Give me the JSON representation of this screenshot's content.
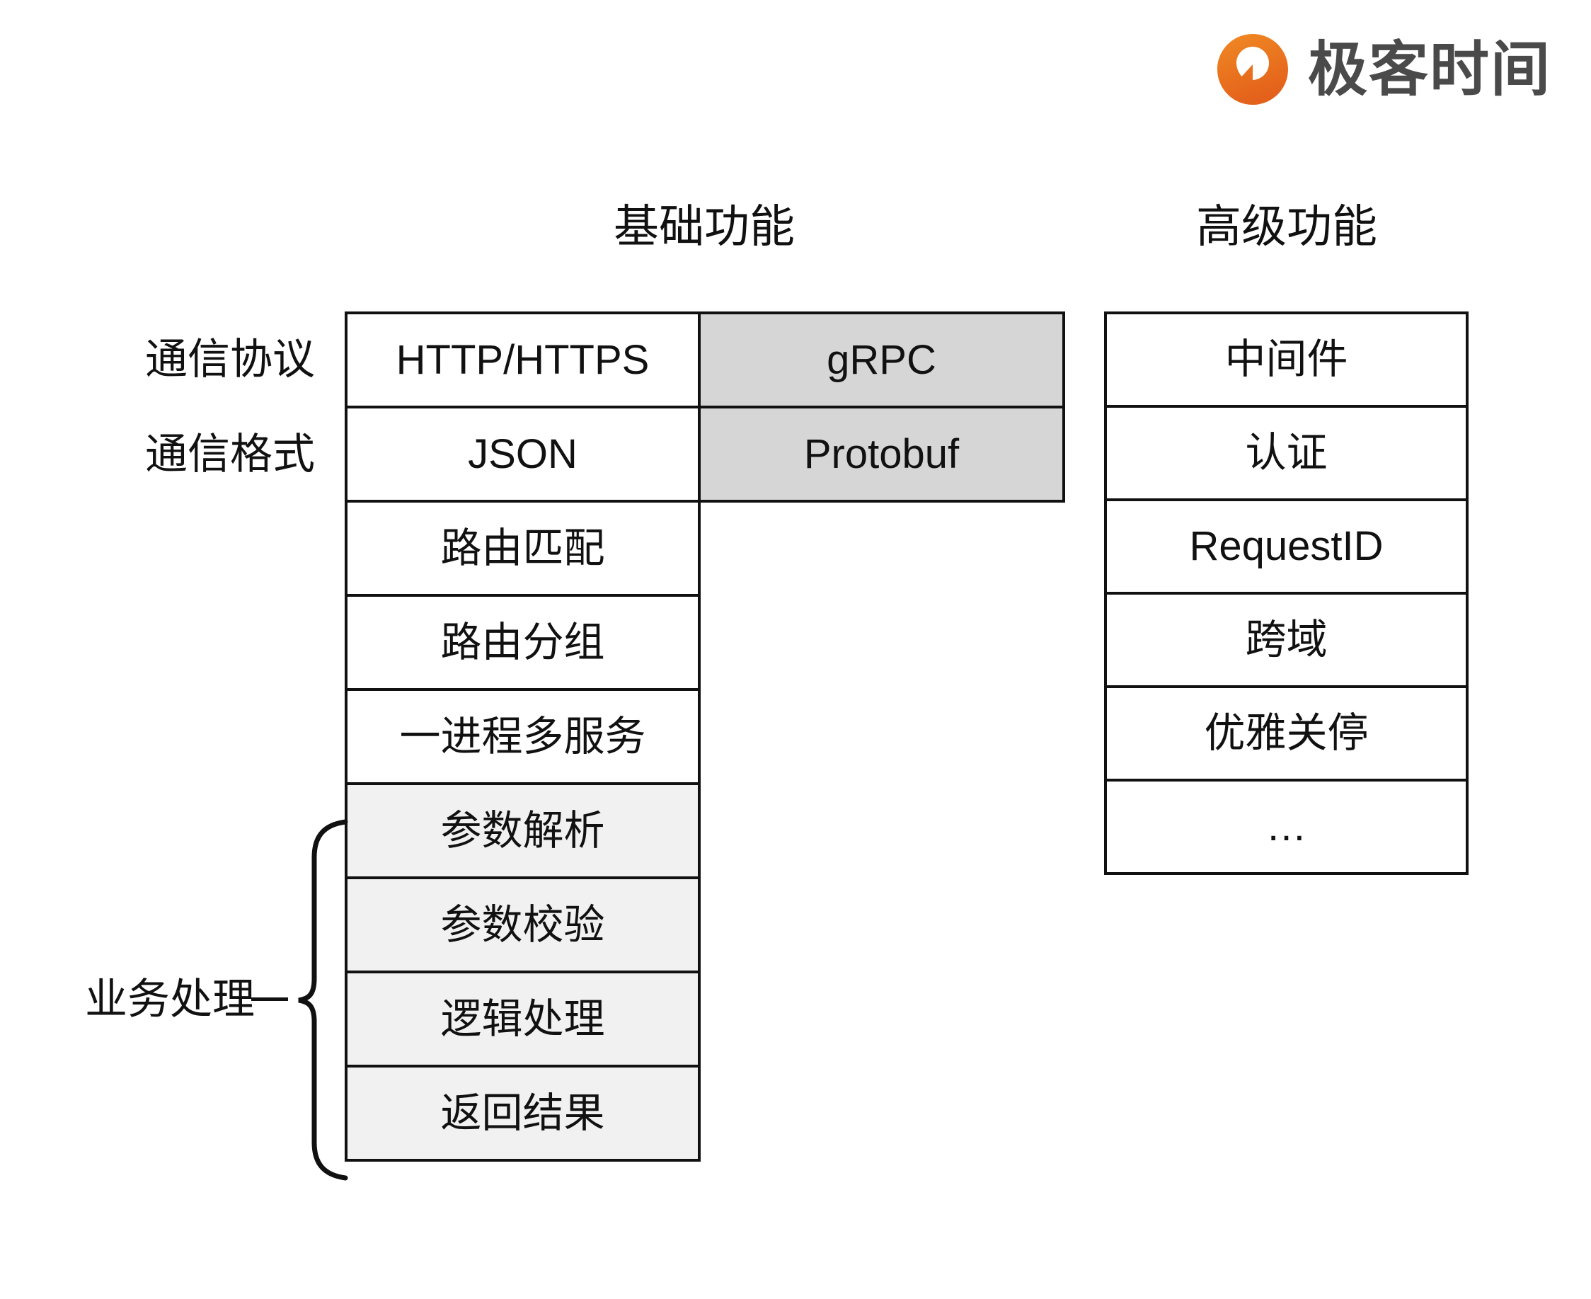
{
  "brand": {
    "logo_icon": "geektime-logo-icon",
    "name": "极客时间",
    "accent_color": "#ED6C20"
  },
  "headers": {
    "basic": "基础功能",
    "advanced": "高级功能"
  },
  "side_labels": {
    "protocol": "通信协议",
    "format": "通信格式",
    "business": "业务处理"
  },
  "colors": {
    "border": "#111111",
    "cell_default": "#ffffff",
    "cell_gray": "#d6d6d6",
    "cell_shaded": "#f1f1f1",
    "text": "#111111",
    "logo_text": "#4a4a4a"
  },
  "chart_data": {
    "type": "table",
    "title": "",
    "tables": [
      {
        "name": "基础功能",
        "columns": [
          "主列",
          "替代列"
        ],
        "rows": [
          {
            "label": "通信协议",
            "primary": "HTTP/HTTPS",
            "alt": "gRPC",
            "primary_fill": "#ffffff",
            "alt_fill": "#d6d6d6"
          },
          {
            "label": "通信格式",
            "primary": "JSON",
            "alt": "Protobuf",
            "primary_fill": "#ffffff",
            "alt_fill": "#d6d6d6"
          },
          {
            "label": "",
            "primary": "路由匹配",
            "alt": null,
            "primary_fill": "#ffffff"
          },
          {
            "label": "",
            "primary": "路由分组",
            "alt": null,
            "primary_fill": "#ffffff"
          },
          {
            "label": "",
            "primary": "一进程多服务",
            "alt": null,
            "primary_fill": "#ffffff"
          },
          {
            "label": "业务处理",
            "primary": "参数解析",
            "alt": null,
            "primary_fill": "#f1f1f1"
          },
          {
            "label": "业务处理",
            "primary": "参数校验",
            "alt": null,
            "primary_fill": "#f1f1f1"
          },
          {
            "label": "业务处理",
            "primary": "逻辑处理",
            "alt": null,
            "primary_fill": "#f1f1f1"
          },
          {
            "label": "业务处理",
            "primary": "返回结果",
            "alt": null,
            "primary_fill": "#f1f1f1"
          }
        ]
      },
      {
        "name": "高级功能",
        "columns": [
          "项"
        ],
        "rows": [
          {
            "primary": "中间件",
            "primary_fill": "#ffffff"
          },
          {
            "primary": "认证",
            "primary_fill": "#ffffff"
          },
          {
            "primary": "RequestID",
            "primary_fill": "#ffffff"
          },
          {
            "primary": "跨域",
            "primary_fill": "#ffffff"
          },
          {
            "primary": "优雅关停",
            "primary_fill": "#ffffff"
          },
          {
            "primary": "…",
            "primary_fill": "#ffffff"
          }
        ]
      }
    ],
    "groupings": [
      {
        "label": "业务处理",
        "covers": [
          "参数解析",
          "参数校验",
          "逻辑处理",
          "返回结果"
        ],
        "marker": "curly-brace"
      }
    ]
  },
  "basic_col1": [
    {
      "text": "HTTP/HTTPS"
    },
    {
      "text": "JSON"
    },
    {
      "text": "路由匹配"
    },
    {
      "text": "路由分组"
    },
    {
      "text": "一进程多服务"
    },
    {
      "text": "参数解析"
    },
    {
      "text": "参数校验"
    },
    {
      "text": "逻辑处理"
    },
    {
      "text": "返回结果"
    }
  ],
  "basic_col2": [
    {
      "text": "gRPC"
    },
    {
      "text": "Protobuf"
    }
  ],
  "advanced": [
    {
      "text": "中间件"
    },
    {
      "text": "认证"
    },
    {
      "text": "RequestID"
    },
    {
      "text": "跨域"
    },
    {
      "text": "优雅关停"
    },
    {
      "text": "…"
    }
  ]
}
